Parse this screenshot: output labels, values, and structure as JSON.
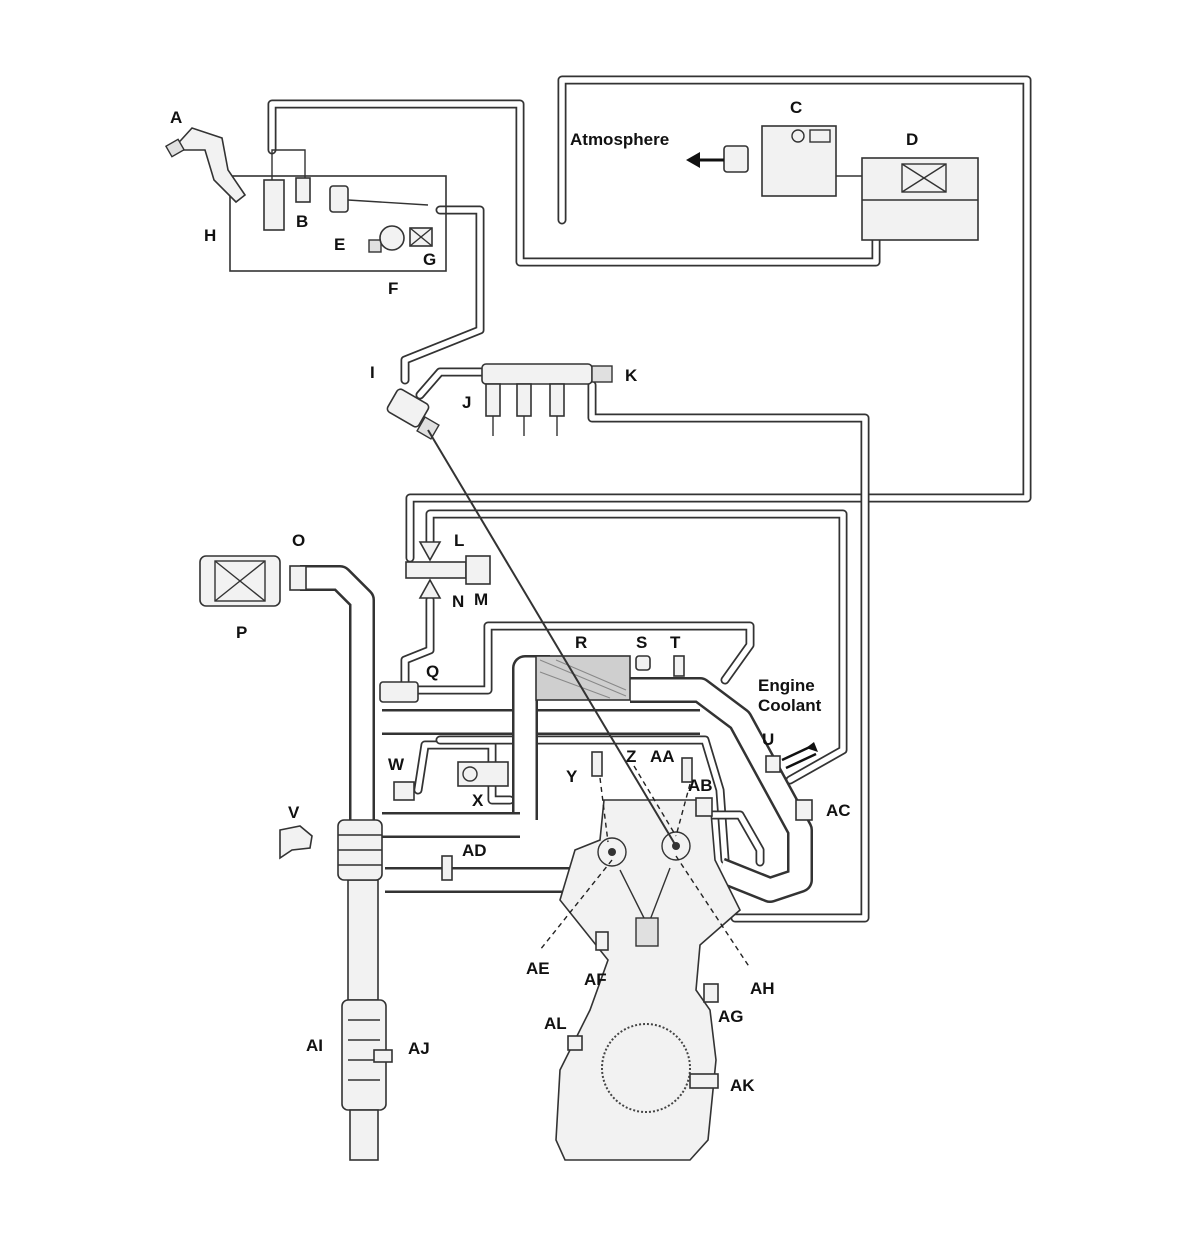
{
  "labels": {
    "A": "A",
    "B": "B",
    "C": "C",
    "D": "D",
    "E": "E",
    "F": "F",
    "G": "G",
    "H": "H",
    "I": "I",
    "J": "J",
    "K": "K",
    "L": "L",
    "M": "M",
    "N": "N",
    "O": "O",
    "P": "P",
    "Q": "Q",
    "R": "R",
    "S": "S",
    "T": "T",
    "U": "U",
    "V": "V",
    "W": "W",
    "X": "X",
    "Y": "Y",
    "Z": "Z",
    "AA": "AA",
    "AB": "AB",
    "AC": "AC",
    "AD": "AD",
    "AE": "AE",
    "AF": "AF",
    "AG": "AG",
    "AH": "AH",
    "AI": "AI",
    "AJ": "AJ",
    "AK": "AK",
    "AL": "AL"
  },
  "annotations": {
    "atmosphere": "Atmosphere",
    "engine_coolant_line1": "Engine",
    "engine_coolant_line2": "Coolant"
  }
}
